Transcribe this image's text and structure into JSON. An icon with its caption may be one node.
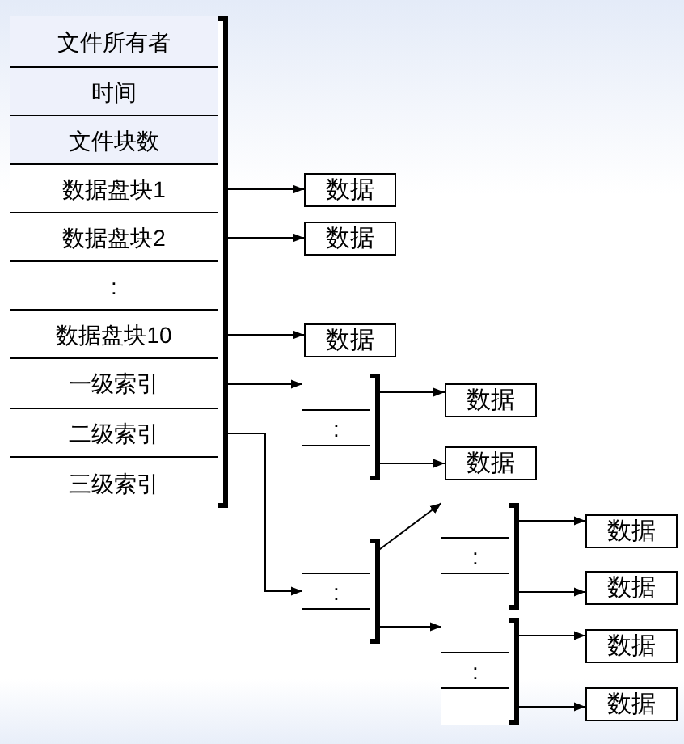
{
  "diagram": {
    "nodes": [
      {
        "text": [],
        "shape": "box"
      },
      {
        "text": [
          "文件所有者"
        ],
        "in": 0
      },
      {
        "text": [
          "时间"
        ],
        "in": 0
      },
      {
        "text": [
          "文件块数"
        ],
        "in": 0
      },
      {
        "text": [
          "数据盘块1"
        ],
        "in": 0
      },
      {
        "text": [
          "数据盘块2"
        ],
        "in": 0
      },
      {
        "text": [
          ":"
        ],
        "in": 0
      },
      {
        "text": [
          "数据盘块10"
        ],
        "in": 0
      },
      {
        "text": [
          "一级索引"
        ],
        "in": 0
      },
      {
        "text": [
          "二级索引"
        ],
        "in": 0
      },
      {
        "text": [
          "三级索引"
        ],
        "in": 0
      },
      {
        "text": [
          "数据"
        ]
      },
      {
        "text": [
          "数据"
        ]
      },
      {
        "text": [
          "数据"
        ]
      },
      {
        "text": [],
        "shape": "box"
      },
      {
        "text": [],
        "shape": "box",
        "in": 14
      },
      {
        "text": [
          ":"
        ],
        "in": 14
      },
      {
        "text": [],
        "shape": "box",
        "in": 14
      },
      {
        "text": [
          "数据"
        ]
      },
      {
        "text": [
          "数据"
        ]
      },
      {
        "text": [],
        "shape": "box"
      },
      {
        "text": [],
        "shape": "box",
        "in": 20
      },
      {
        "text": [
          ":"
        ],
        "in": 20
      },
      {
        "text": [],
        "shape": "box",
        "in": 20
      },
      {
        "text": [],
        "shape": "box"
      },
      {
        "text": [],
        "shape": "box",
        "in": 24
      },
      {
        "text": [
          ":"
        ],
        "in": 24
      },
      {
        "text": [],
        "shape": "box",
        "in": 24
      },
      {
        "text": [
          "数据"
        ]
      },
      {
        "text": [
          "数据"
        ]
      },
      {
        "text": [],
        "shape": "box"
      },
      {
        "text": [],
        "shape": "box",
        "in": 30
      },
      {
        "text": [
          ":"
        ],
        "in": 30
      },
      {
        "text": [],
        "shape": "box",
        "in": 30
      },
      {
        "text": [
          "数据"
        ]
      },
      {
        "text": [
          "数据"
        ]
      }
    ],
    "edges": [
      {
        "from": 4,
        "to": 11,
        "arrow": "to"
      },
      {
        "from": 5,
        "to": 12,
        "arrow": "to"
      },
      {
        "from": 7,
        "to": 13,
        "arrow": "to"
      },
      {
        "from": 8,
        "to": 14,
        "arrow": "to"
      },
      {
        "from": 15,
        "to": 18,
        "arrow": "to"
      },
      {
        "from": 17,
        "to": 19,
        "arrow": "to"
      },
      {
        "from": 9,
        "to": 20,
        "arrow": "to"
      },
      {
        "from": 21,
        "to": 24,
        "arrow": "to"
      },
      {
        "from": 23,
        "to": 30,
        "arrow": "to"
      },
      {
        "from": 25,
        "to": 28,
        "arrow": "to"
      },
      {
        "from": 27,
        "to": 29,
        "arrow": "to"
      },
      {
        "from": 31,
        "to": 34,
        "arrow": "to"
      },
      {
        "from": 33,
        "to": 35,
        "arrow": "to"
      }
    ]
  }
}
